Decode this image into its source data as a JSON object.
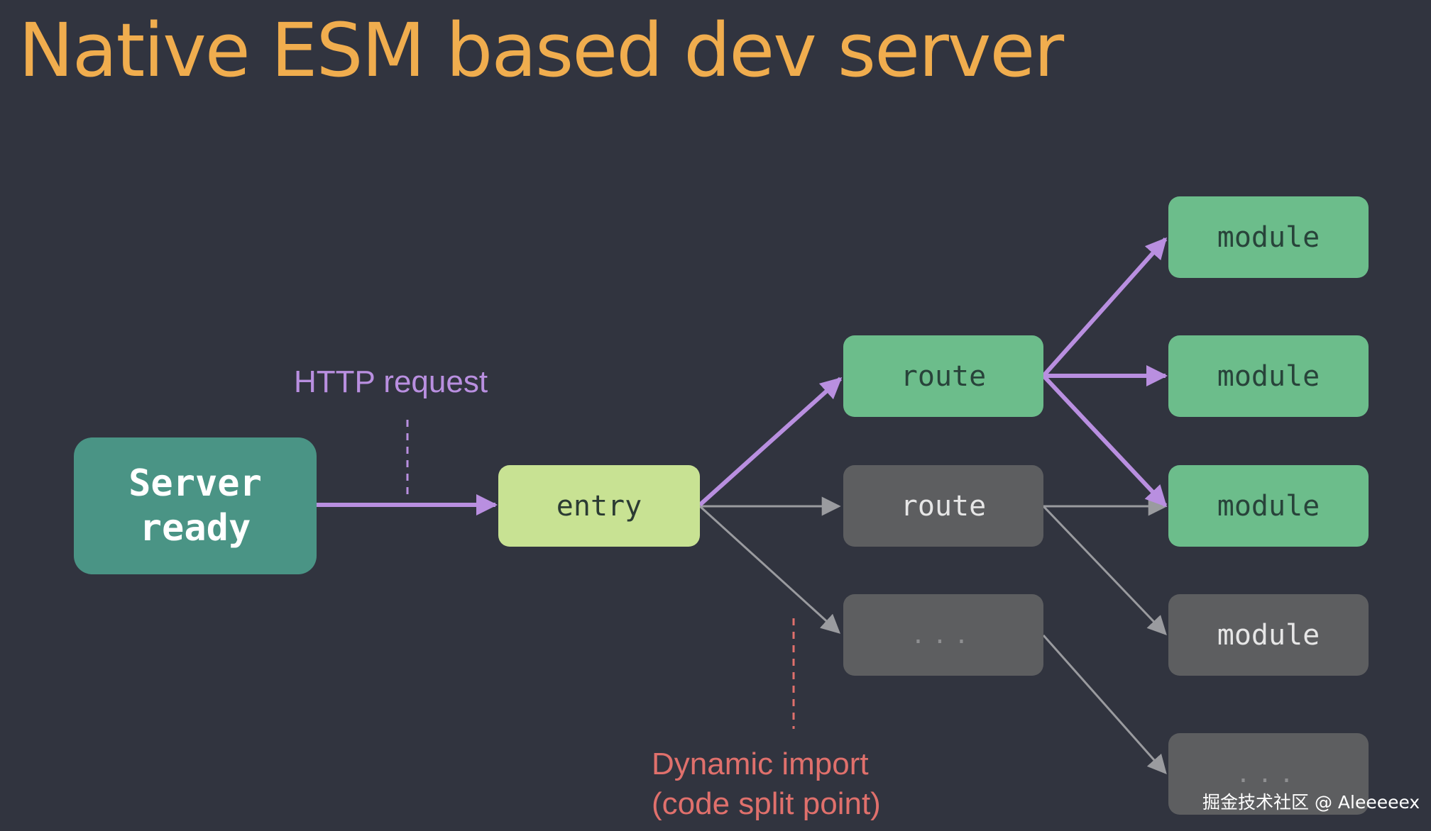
{
  "title": "Native ESM based dev server",
  "colors": {
    "background": "#31343f",
    "title": "#f0ad4e",
    "server_box": "#4a9485",
    "entry_box": "#c8e293",
    "loaded_box": "#6cbd8b",
    "unloaded_box": "#5d5e60",
    "http_arrow": "#b98fe0",
    "inactive_arrow": "#9a9b9f",
    "dynamic_import_marker": "#e0706c"
  },
  "nodes": {
    "server": {
      "label": "Server ready"
    },
    "entry": {
      "label": "entry"
    },
    "route_loaded": {
      "label": "route"
    },
    "route_unloaded": {
      "label": "route"
    },
    "route_more": {
      "label": "..."
    },
    "module_1": {
      "label": "module"
    },
    "module_2": {
      "label": "module"
    },
    "module_3": {
      "label": "module"
    },
    "module_4": {
      "label": "module"
    },
    "module_more": {
      "label": "..."
    }
  },
  "labels": {
    "http_request": "HTTP request",
    "dynamic_import_line1": "Dynamic import",
    "dynamic_import_line2": "(code split point)"
  },
  "edges": [
    {
      "from": "server",
      "to": "entry",
      "style": "purple"
    },
    {
      "from": "entry",
      "to": "route_loaded",
      "style": "purple"
    },
    {
      "from": "entry",
      "to": "route_unloaded",
      "style": "gray"
    },
    {
      "from": "entry",
      "to": "route_more",
      "style": "gray"
    },
    {
      "from": "route_loaded",
      "to": "module_1",
      "style": "purple"
    },
    {
      "from": "route_loaded",
      "to": "module_2",
      "style": "purple"
    },
    {
      "from": "route_loaded",
      "to": "module_3",
      "style": "purple"
    },
    {
      "from": "route_unloaded",
      "to": "module_3",
      "style": "gray"
    },
    {
      "from": "route_unloaded",
      "to": "module_4",
      "style": "gray"
    },
    {
      "from": "route_more",
      "to": "module_more",
      "style": "gray"
    }
  ],
  "watermark": "掘金技术社区 @ Aleeeeex"
}
